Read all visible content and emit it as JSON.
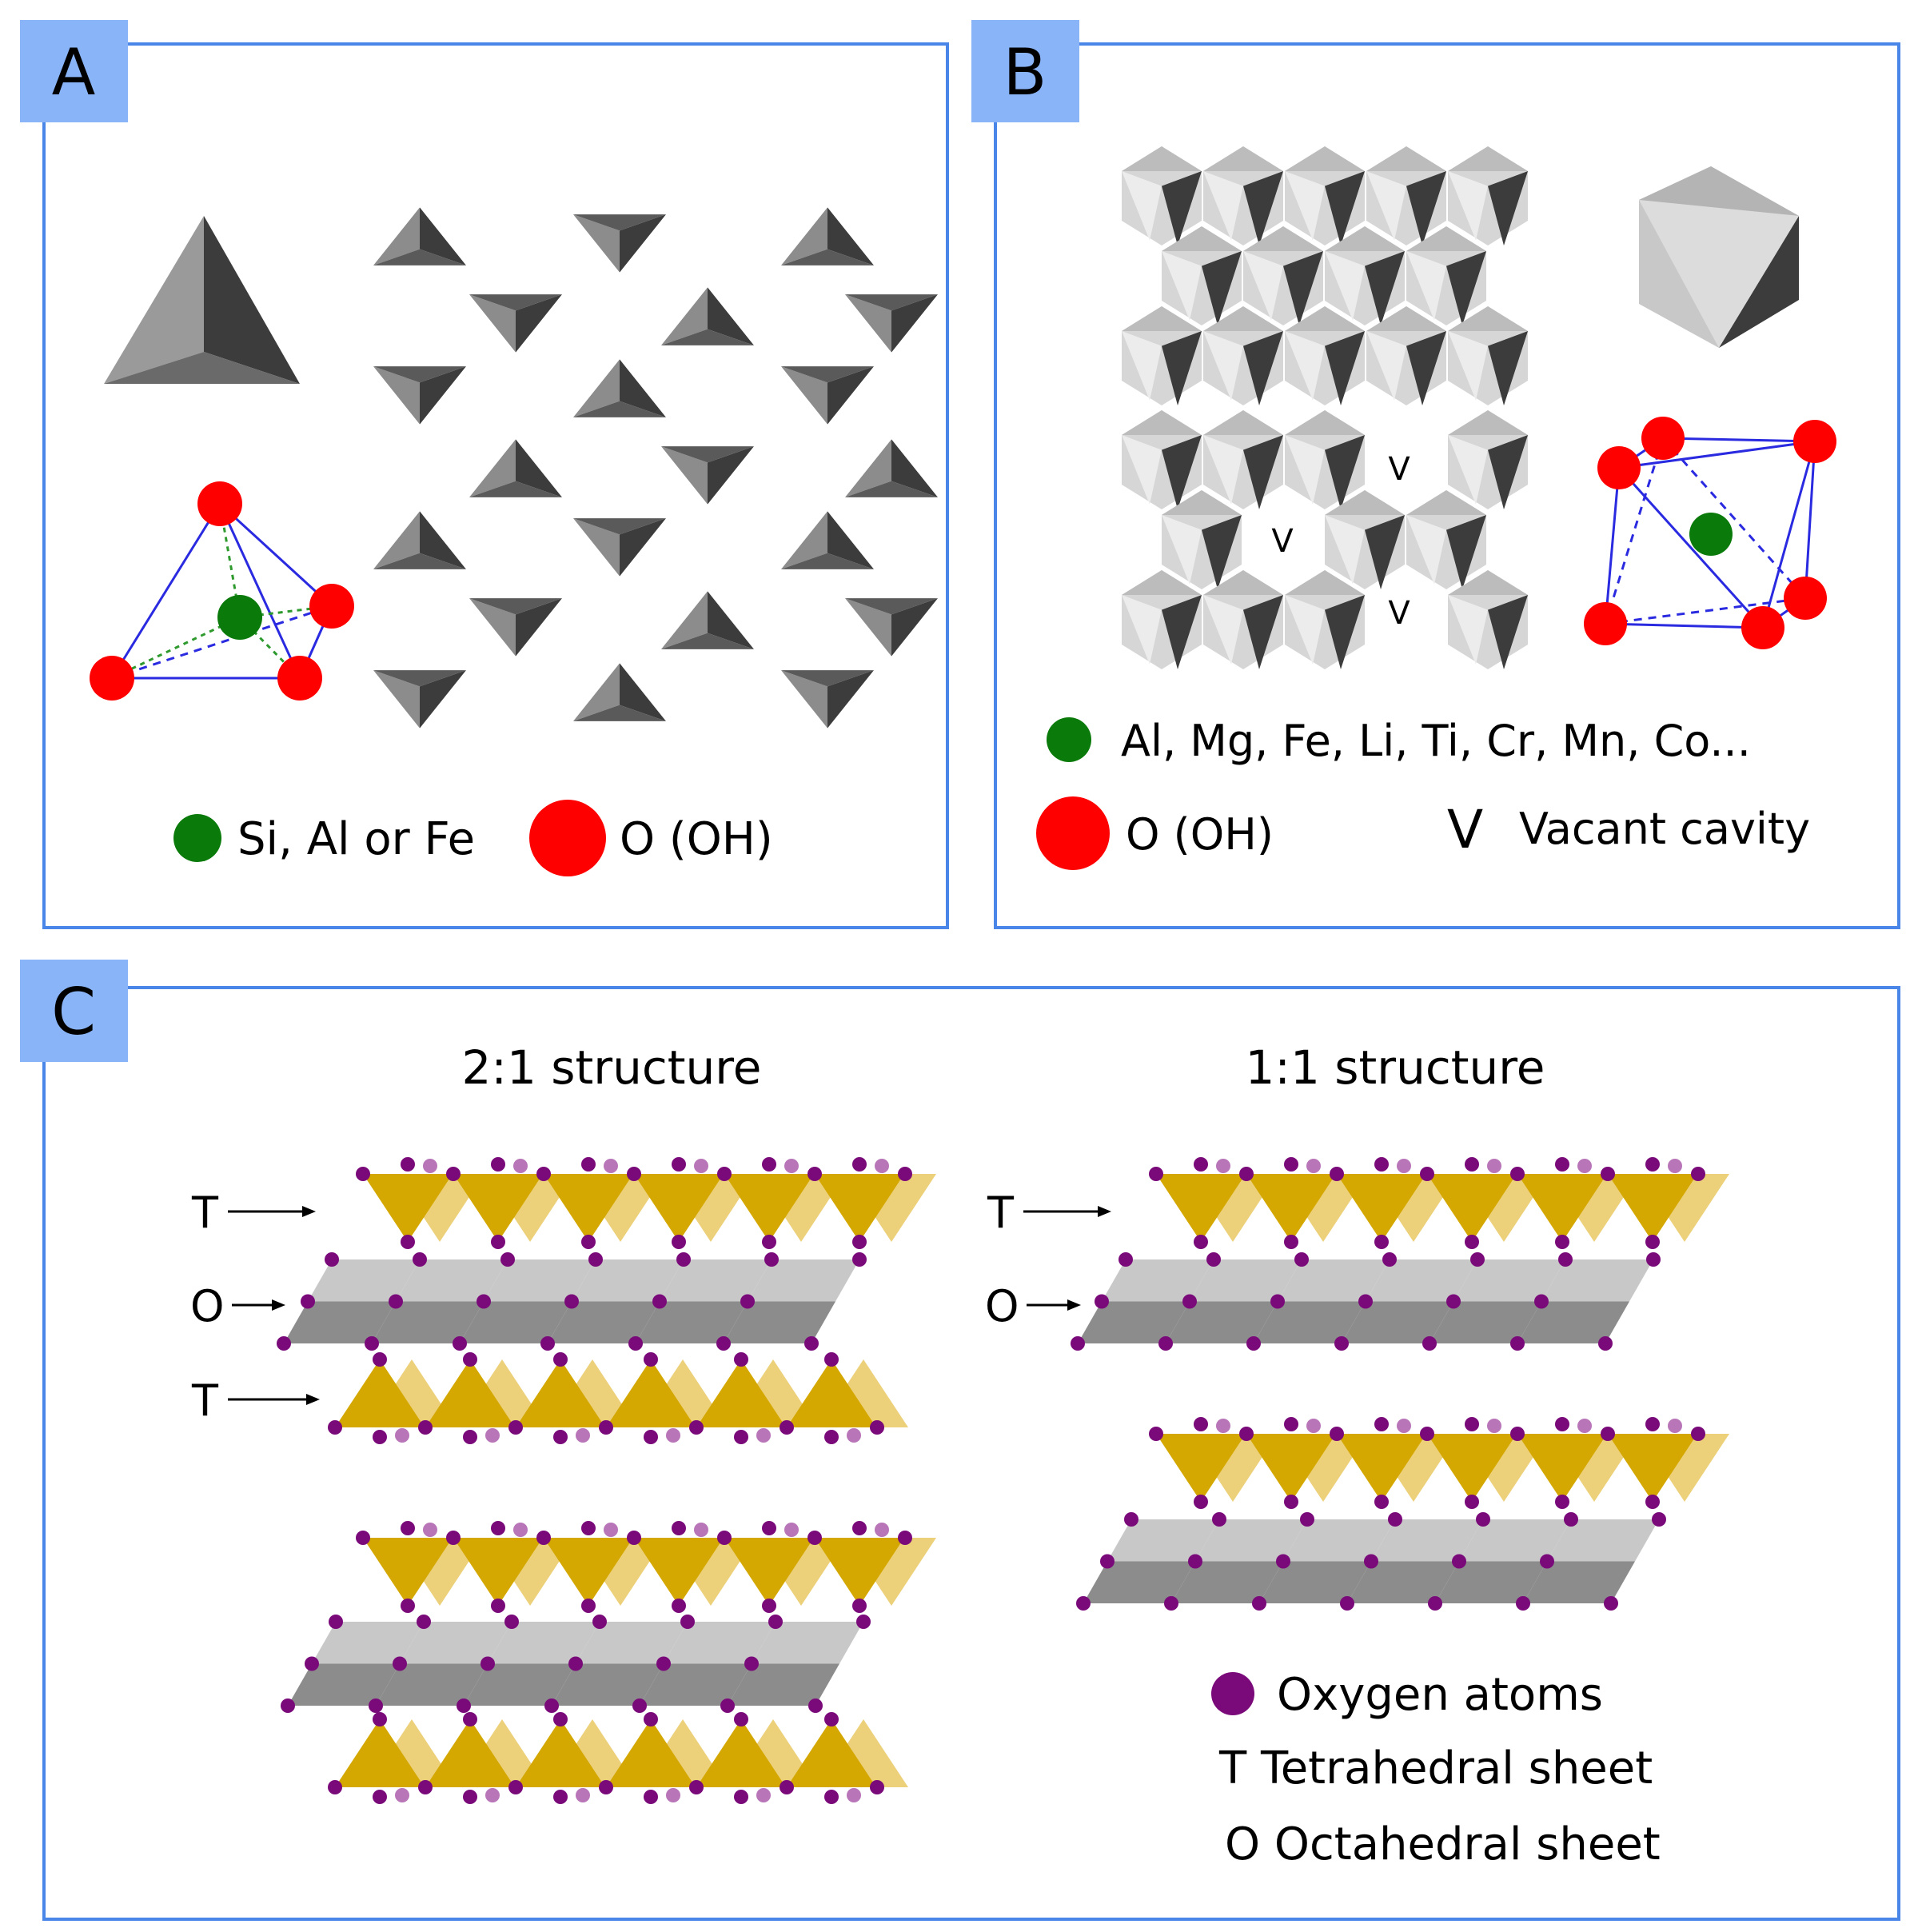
{
  "panels": {
    "a": {
      "letter": "A",
      "legend": {
        "cation": "Si, Al or Fe",
        "anion": "O (OH)"
      }
    },
    "b": {
      "letter": "B",
      "vacancy_mark": "V",
      "legend": {
        "cation": "Al, Mg, Fe, Li, Ti, Cr, Mn, Co...",
        "anion": "O (OH)",
        "vacancy_symbol": "V",
        "vacancy": "Vacant cavity"
      }
    },
    "c": {
      "letter": "C",
      "title_21": "2:1 structure",
      "title_11": "1:1 structure",
      "label_t": "T",
      "label_o": "O",
      "legend": {
        "oxygen": "Oxygen atoms",
        "tetrahedral": "T Tetrahedral sheet",
        "octahedral": "O Octahedral sheet"
      }
    }
  },
  "colors": {
    "frame": "#4a86e8",
    "tab": "#8ab4f8",
    "cation": "#0a7a0a",
    "anion": "#ff0000",
    "oxygen": "#7a0a7a",
    "oxygen_light": "#b875b8",
    "tetra_gold": "#d4a800",
    "tetra_gold_light": "#ecd07a",
    "poly_light": "#c8c8c8",
    "poly_mid": "#8c8c8c",
    "poly_dark": "#3c3c3c"
  }
}
